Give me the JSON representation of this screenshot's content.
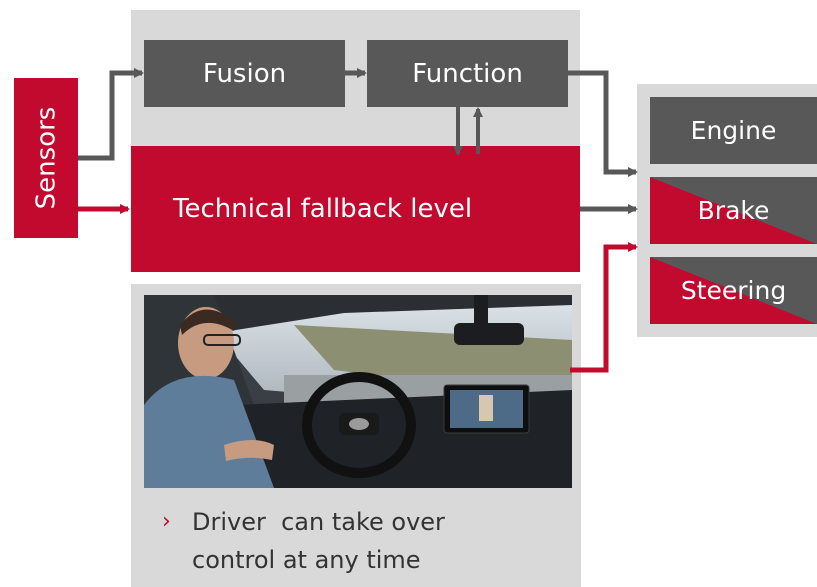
{
  "colors": {
    "red": "#c20a2f",
    "dark_grey": "#585858",
    "panel_grey": "#d9d9d9"
  },
  "diagram": {
    "sensors_label": "Sensors",
    "fusion_label": "Fusion",
    "function_label": "Function",
    "fallback_label": "Technical fallback level",
    "actuators": [
      {
        "label": "Engine",
        "style": "dark"
      },
      {
        "label": "Brake",
        "style": "split"
      },
      {
        "label": "Steering",
        "style": "split"
      }
    ],
    "caption_marker": "›",
    "caption_line1": "Driver  can take over",
    "caption_line2": "control at any time"
  }
}
